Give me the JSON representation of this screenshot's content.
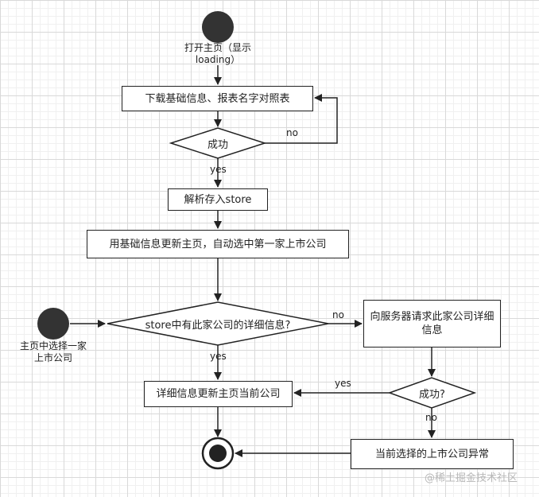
{
  "nodes": {
    "start_label": "打开主页（显示loading）",
    "download": "下载基础信息、报表名字对照表",
    "success1": "成功",
    "parse": "解析存入store",
    "update_home": "用基础信息更新主页，自动选中第一家上市公司",
    "start2_label": "主页中选择一家上市公司",
    "check_store": "store中有此家公司的详细信息?",
    "request": "向服务器请求此家公司详细信息",
    "detail_update": "详细信息更新主页当前公司",
    "success2": "成功?",
    "exception": "当前选择的上市公司异常"
  },
  "edges": {
    "no1": "no",
    "yes1": "yes",
    "no2": "no",
    "yes2": "yes",
    "yes3": "yes",
    "no3": "no"
  },
  "watermark": "@稀土掘金技术社区"
}
